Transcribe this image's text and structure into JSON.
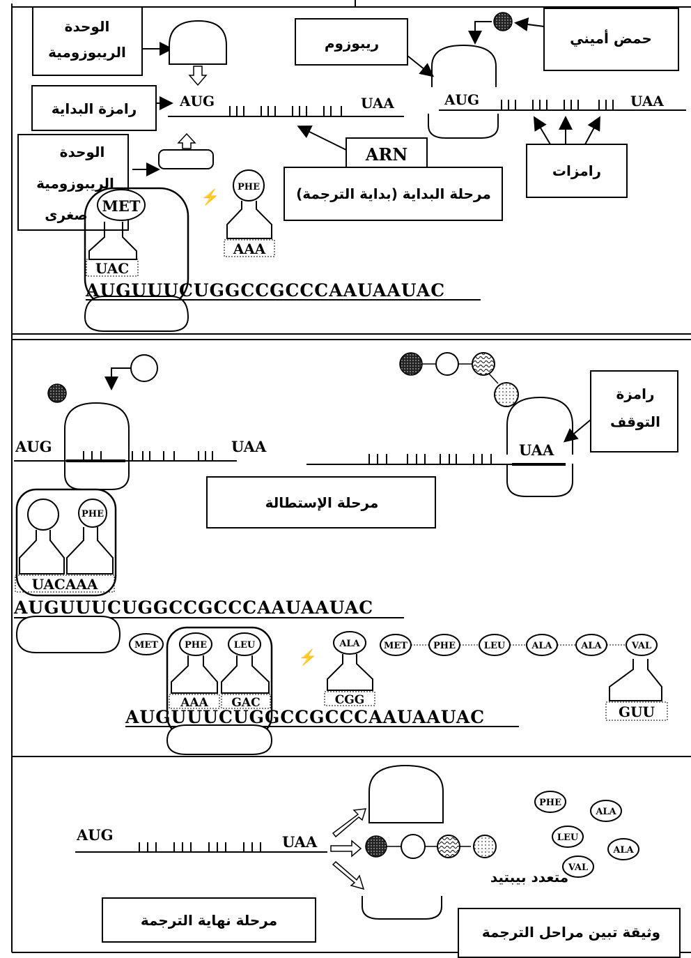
{
  "initiation": {
    "large_subunit": "الوحدة الريبوزومية",
    "small_subunit": "الوحدة الريبوزومية صغرى",
    "start_codon_label": "رامزة البداية",
    "ribosome": "ريبوزوم",
    "amino_acid": "حمض أميني",
    "codons": "رامزات",
    "arn": "ARN",
    "stage_title": "مرحلة البداية (بداية الترجمة)",
    "aug": "AUG",
    "uaa": "UAA",
    "met": "MET",
    "phe": "PHE",
    "anticodon_1": "UAC",
    "anticodon_2": "AAA",
    "mrna_sequence": "AUGUUUCUGGCCGCCCAAUAAUAC"
  },
  "elongation": {
    "aug": "AUG",
    "uaa_1": "UAA",
    "uaa_2": "UAA",
    "stop_codon_label": "رامزة التوقف",
    "stage_title": "مرحلة الإستطالة",
    "phe": "PHE",
    "anticodons_a": "UACAAA",
    "mrna_sequence_a": "AUGUUUCUGGCCGCCCAAUAAUAC",
    "met": "MET",
    "phe_b": "PHE",
    "leu": "LEU",
    "ala": "ALA",
    "chain": [
      "MET",
      "PHE",
      "LEU",
      "ALA",
      "ALA",
      "VAL"
    ],
    "anticodon_aaa": "AAA",
    "anticodon_gac": "GAC",
    "anticodon_cgg": "CGG",
    "anticodon_guu": "GUU",
    "mrna_sequence_b": "AUGUUUCUGGCCGCCCAAUAAUAC"
  },
  "termination": {
    "aug": "AUG",
    "uaa": "UAA",
    "polypeptide_label": "متعدد بيبتيد",
    "released": [
      "PHE",
      "ALA",
      "LEU",
      "ALA",
      "VAL"
    ],
    "stage_title": "مرحلة نهاية الترجمة",
    "doc_caption": "وثيقة تبين مراحل الترجمة"
  }
}
